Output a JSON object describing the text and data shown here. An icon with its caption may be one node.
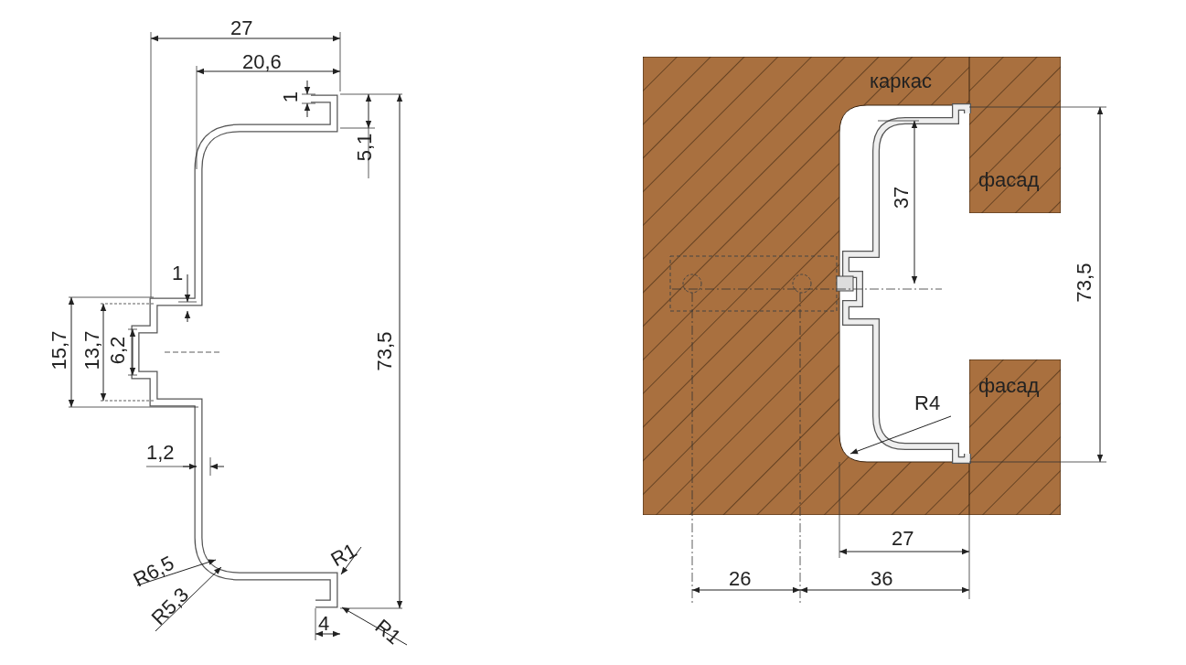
{
  "diagram": {
    "nodes": [
      {
        "text": [
          "каркас"
        ]
      },
      {
        "text": [
          "фасад"
        ]
      },
      {
        "text": [
          "фасад"
        ]
      }
    ],
    "labels": [
      "27",
      "20,6",
      "1",
      "5,1",
      "1",
      "15,7",
      "13,7",
      "6,2",
      "73,5",
      "1,2",
      "R6,5",
      "R1",
      "R5,3",
      "4",
      "R1",
      "37",
      "73,5",
      "R4",
      "27",
      "26",
      "36"
    ]
  }
}
